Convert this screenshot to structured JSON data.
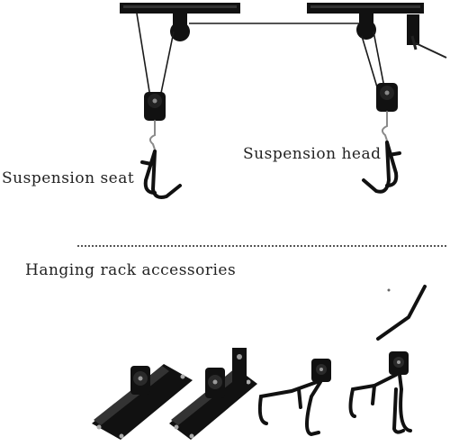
{
  "labels": {
    "suspension_seat": "Suspension seat",
    "suspension_head": "Suspension head",
    "accessories_title": "Hanging rack accessories"
  },
  "colors": {
    "background": "#ffffff",
    "hardware": "#111111",
    "rope": "#1a1a1a",
    "hook_metal": "#8a8a8a",
    "text": "#222222"
  },
  "icons": {
    "ceiling_bracket_left": "ceiling-bracket-icon",
    "ceiling_bracket_right": "ceiling-bracket-icon",
    "pulley_left": "pulley-icon",
    "pulley_right": "pulley-icon",
    "hook_left": "hook-icon",
    "hook_right": "hook-icon",
    "crank": "crank-handle-icon"
  }
}
